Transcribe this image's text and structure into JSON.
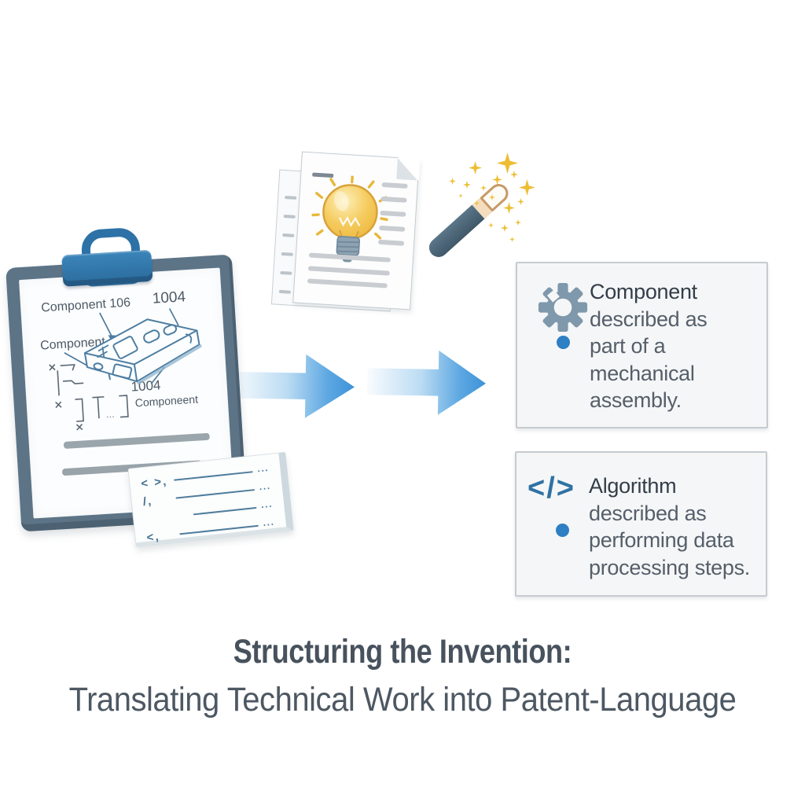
{
  "title": {
    "line1": "Structuring the Invention:",
    "line2": "Translating Technical Work into Patent-Language"
  },
  "clipboard": {
    "label_component_top": "Component 106",
    "label_ref_top_right": "1004",
    "label_component_left": "Component",
    "label_ref_bottom": "1004",
    "label_component_bottom": "Componeent"
  },
  "code_card": {
    "rows": [
      {
        "glyph": "< >,",
        "dots": "···"
      },
      {
        "glyph": "/,",
        "dots": "···"
      },
      {
        "glyph": "",
        "dots": "···"
      },
      {
        "glyph": "<,",
        "dots": "···"
      }
    ]
  },
  "boxes": [
    {
      "icon": "gear",
      "lines": [
        "Component",
        "described as",
        "part of a",
        "mechanical",
        "assembly."
      ]
    },
    {
      "icon": "code",
      "icon_glyph": "</>",
      "lines": [
        "Algorithm",
        "described as",
        "performing data",
        "processing steps."
      ]
    }
  ],
  "colors": {
    "clip_blue": "#2f77ab",
    "board_slate": "#5d7487",
    "arrow_blue": "#3d92d8",
    "sparkle_gold": "#edbe33",
    "bullet_blue": "#2e7fc3",
    "gear_slate": "#7f98ab",
    "code_icon_blue": "#2f72a3",
    "box_bg": "#f5f6f7",
    "term_text": "#333e49",
    "body_text": "#555f6a",
    "title_text": "#47525d"
  }
}
